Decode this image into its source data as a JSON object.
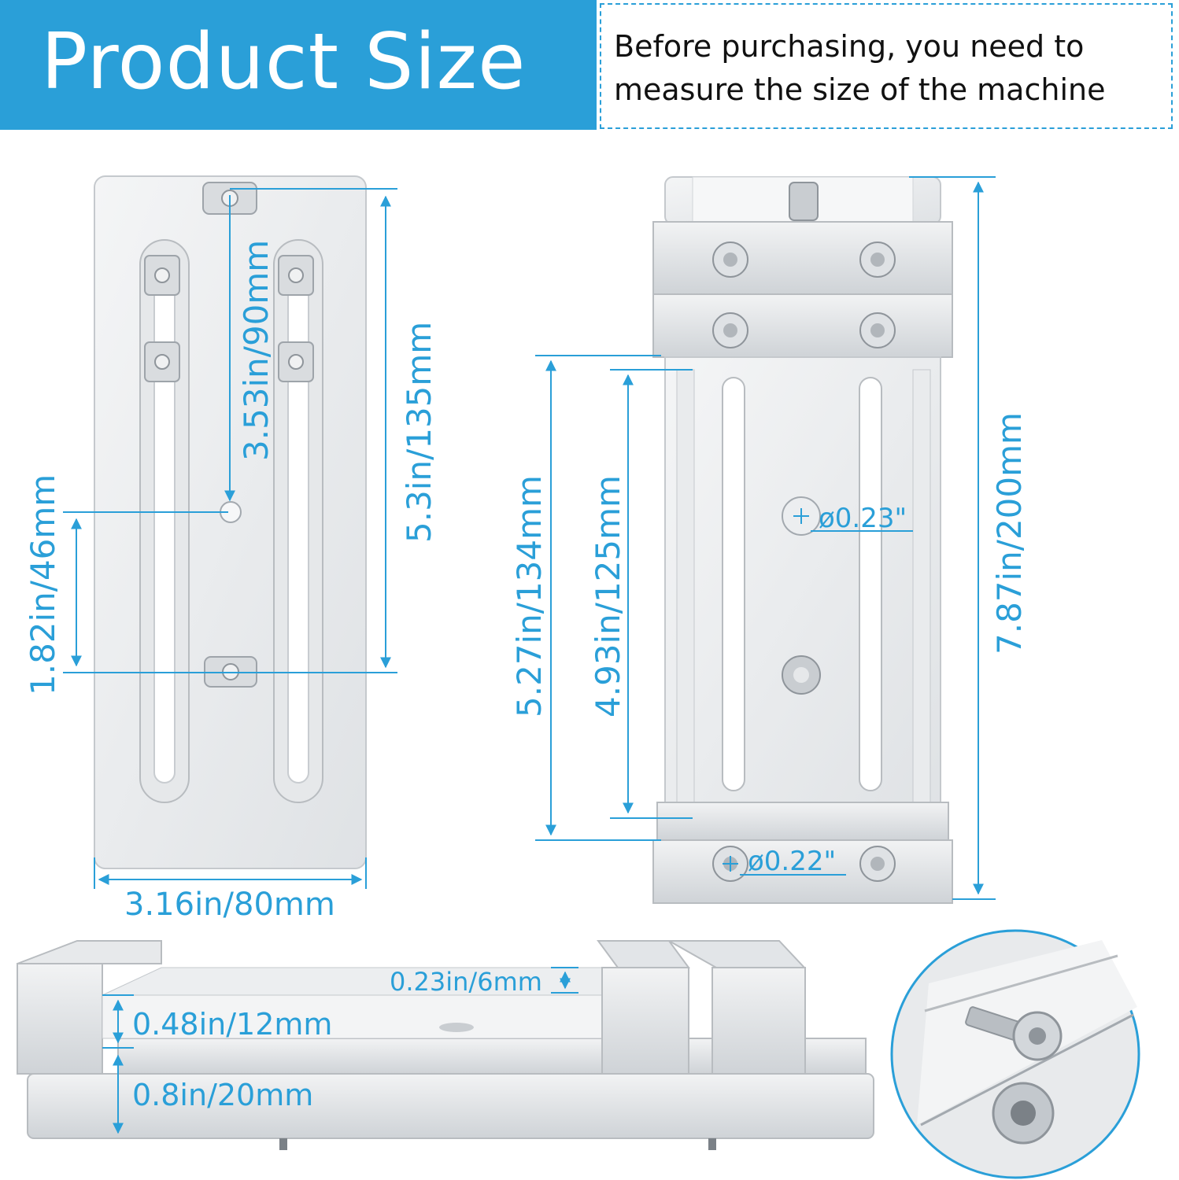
{
  "header": {
    "title": "Product Size",
    "note_line1": "Before purchasing, you need to",
    "note_line2": "measure the size of the machine"
  },
  "dimensions": {
    "plate_hole_to_slot": "3.53in/90mm",
    "plate_height": "5.3in/135mm",
    "plate_offset": "1.82in/46mm",
    "plate_width": "3.16in/80mm",
    "vise_length_outer": "5.27in/134mm",
    "vise_length_inner": "4.93in/125mm",
    "vise_total_length": "7.87in/200mm",
    "hole_diameter_top": "ø0.23\"",
    "hole_diameter_bottom": "ø0.22\"",
    "jaw_step": "0.23in/6mm",
    "jaw_height": "0.48in/12mm",
    "base_height": "0.8in/20mm"
  },
  "colors": {
    "accent": "#2a9fd8",
    "metal_light": "#eef0f2",
    "metal_mid": "#d3d7db",
    "metal_dark": "#9ea4aa"
  }
}
